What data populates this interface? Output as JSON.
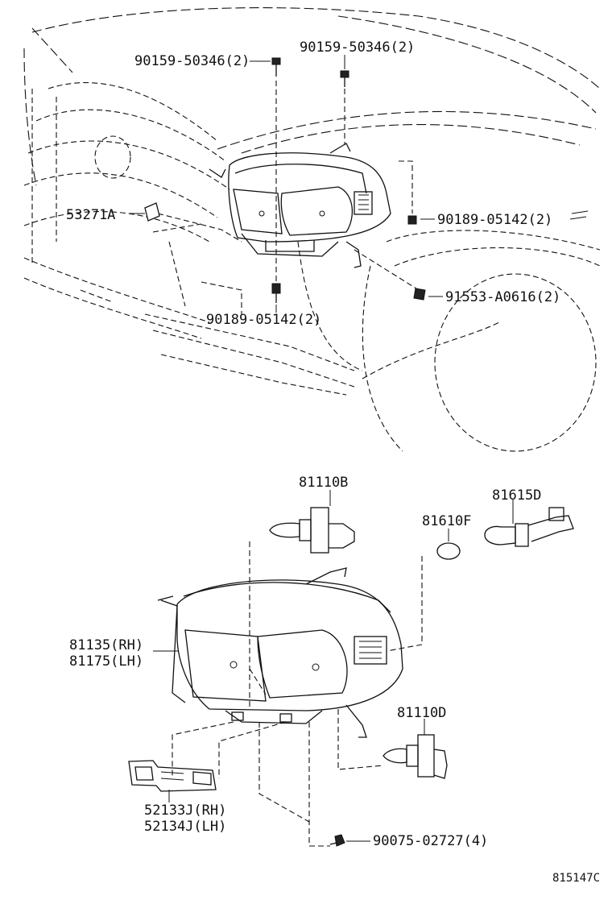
{
  "callouts": {
    "bolt_top_left": "90159-50346(2)",
    "bolt_top_right": "90159-50346(2)",
    "clip_left": "53271A",
    "screw_right": "90189-05142(2)",
    "screw_bottom": "90189-05142(2)",
    "clip_lower_right": "91553-A0616(2)",
    "bulb_headlamp_high": "81110B",
    "socket_side": "81615D",
    "bulb_side": "81610F",
    "headlamp_rh": "81135(RH)",
    "headlamp_lh": "81175(LH)",
    "bulb_headlamp_low": "81110D",
    "bracket_rh": "52133J(RH)",
    "bracket_lh": "52134J(LH)",
    "screw_four": "90075-02727(4)"
  },
  "footer": {
    "diagram_code": "815147C"
  }
}
